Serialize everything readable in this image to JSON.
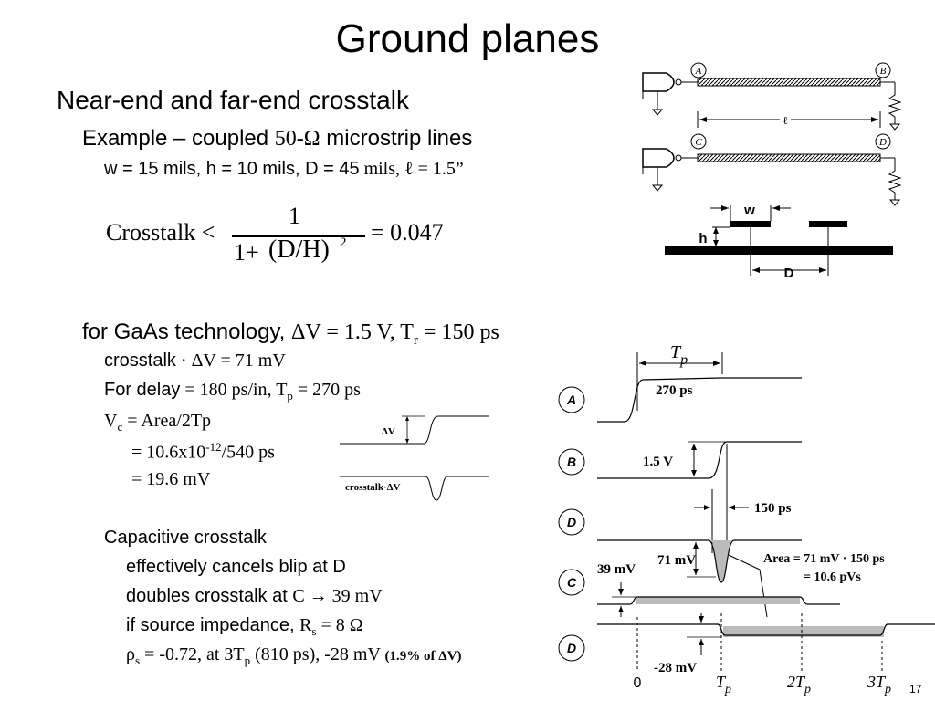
{
  "title": "Ground planes",
  "heading": "Near-end and far-end crosstalk",
  "example": {
    "prefix": "Example – coupled ",
    "ohm": "50-Ω",
    "suffix": " microstrip lines"
  },
  "dims": {
    "prefix": "w = 15 mils, h = 10 mils, D = 45",
    "suffix": " mils, ℓ = 1.5”"
  },
  "formula": {
    "lhs": "Crosstalk <",
    "numerator": "1",
    "den_a": "1+",
    "den_b": "(D/H)",
    "den_exp": "2",
    "rhs": "= 0.047"
  },
  "gaas": {
    "prefix": "for GaAs technology, ",
    "dv": "ΔV = 1.5 V, T",
    "sub": "r",
    "rest": " = 150 ps"
  },
  "crosstalk_line": {
    "prefix": "crosstalk",
    "value": " · ΔV = 71 mV"
  },
  "delay": {
    "prefix": "For delay",
    "value": " = 180 ps/in, T",
    "sub": "p",
    "rest": " = 270 ps"
  },
  "vc": {
    "v": "V",
    "sub": "c",
    "rest": " = Area/2Tp"
  },
  "vc2": {
    "pre": "= 10.6x10",
    "sup": "-12",
    "post": "/540 ps"
  },
  "vc3": "= 19.6 mV",
  "cap": {
    "heading": "Capacitive crosstalk",
    "l1": "effectively cancels blip at D",
    "l2_prefix": "doubles crosstalk at ",
    "l2_value": "C → 39 mV",
    "l3_prefix": "if source impedance, ",
    "l3_r": "R",
    "l3_sub": "s",
    "l3_rest": " = 8 Ω",
    "l4_rho": "ρ",
    "l4_sub": "s",
    "l4_a": " = -0.72, at 3T",
    "l4_sub2": "p",
    "l4_b": " (810 ps), -28 mV ",
    "l4_small": "(1.9% of ΔV)"
  },
  "circuit": {
    "nodes": [
      "A",
      "B",
      "C",
      "D"
    ],
    "length_label": "ℓ",
    "w_label": "w",
    "h_label": "h",
    "d_label": "D"
  },
  "small_wave": {
    "dv_label": "ΔV",
    "xt_label": "crosstalk·ΔV"
  },
  "timing": {
    "tp_label": "T",
    "tp_sub": "p",
    "rows": [
      "A",
      "B",
      "D",
      "C",
      "D"
    ],
    "ann_270": "270 ps",
    "ann_15v": "1.5 V",
    "ann_150": "150 ps",
    "ann_71": "71 mV",
    "ann_39": "39 mV",
    "ann_28": "-28 mV",
    "area_l1": "Area = 71 mV · 150 ps",
    "area_l2": "= 10.6 pVs",
    "xticks": [
      "0",
      "T",
      "2T",
      "3T"
    ],
    "xtick_sub": "p"
  },
  "page_number": "17"
}
